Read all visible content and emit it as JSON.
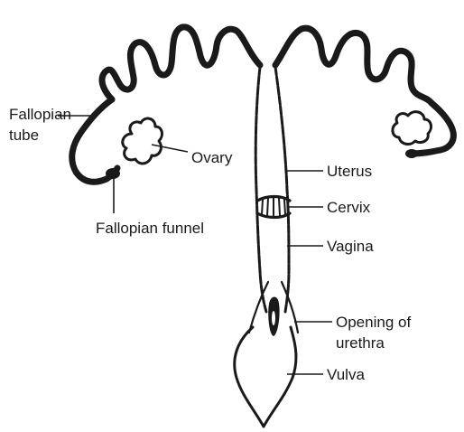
{
  "labels": {
    "fallopian_tube_line1": "Fallopian",
    "fallopian_tube_line2": "tube",
    "ovary": "Ovary",
    "fallopian_funnel": "Fallopian funnel",
    "uterus": "Uterus",
    "cervix": "Cervix",
    "vagina": "Vagina",
    "urethra_line1": "Opening of",
    "urethra_line2": "urethra",
    "vulva": "Vulva"
  },
  "colors": {
    "ink": "#1a1a1a",
    "background": "#ffffff"
  }
}
